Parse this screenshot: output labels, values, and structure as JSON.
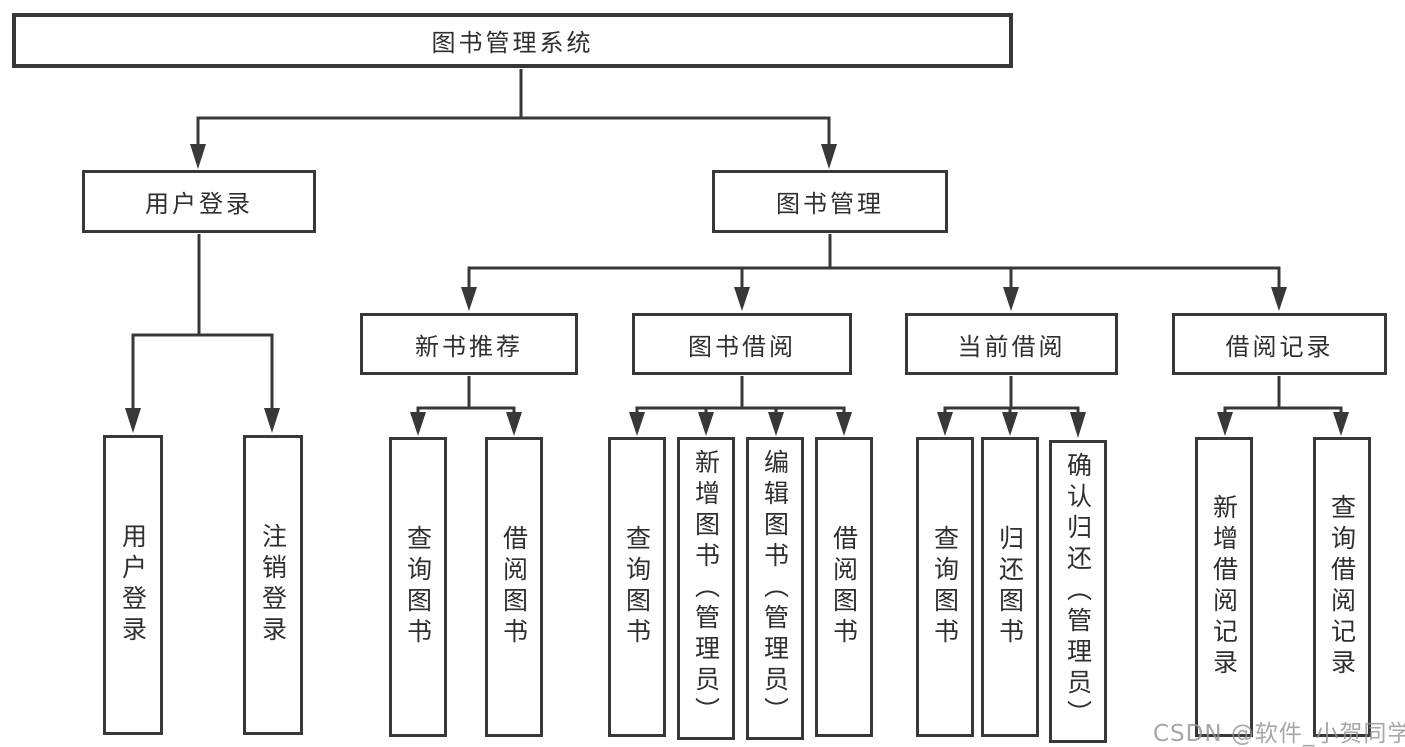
{
  "diagram": {
    "root": {
      "label": "图书管理系统"
    },
    "branches": [
      {
        "label": "用户登录",
        "children": [
          {
            "label": "用户登录"
          },
          {
            "label": "注销登录"
          }
        ]
      },
      {
        "label": "图书管理",
        "children": [
          {
            "label": "新书推荐",
            "children": [
              {
                "label": "查询图书"
              },
              {
                "label": "借阅图书"
              }
            ]
          },
          {
            "label": "图书借阅",
            "children": [
              {
                "label": "查询图书"
              },
              {
                "label": "新增图书（管理员）"
              },
              {
                "label": "编辑图书（管理员）"
              },
              {
                "label": "借阅图书"
              }
            ]
          },
          {
            "label": "当前借阅",
            "children": [
              {
                "label": "查询图书"
              },
              {
                "label": "归还图书"
              },
              {
                "label": "确认归还（管理员）"
              }
            ]
          },
          {
            "label": "借阅记录",
            "children": [
              {
                "label": "新增借阅记录"
              },
              {
                "label": "查询借阅记录"
              }
            ]
          }
        ]
      }
    ]
  },
  "watermark": {
    "text": "CSDN @软件_小贺同学"
  },
  "colors": {
    "line": "#383838",
    "box_border": "#383838",
    "text": "#2f2f2f",
    "watermark": "#949494",
    "background": "#ffffff"
  }
}
